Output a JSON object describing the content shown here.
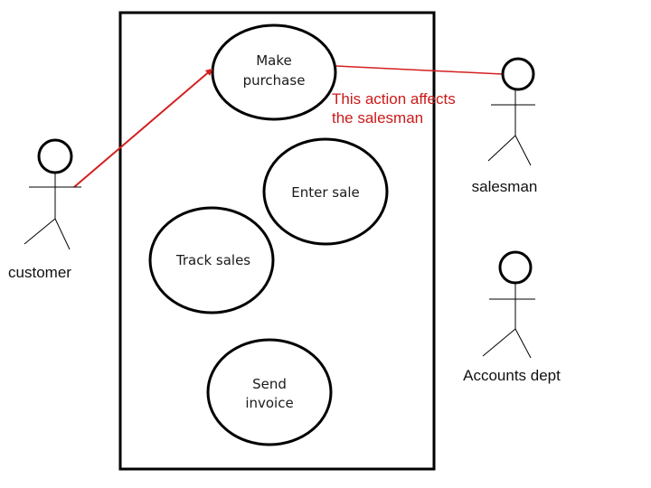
{
  "colors": {
    "stroke": "#000000",
    "association": "#d42020",
    "note": "#cc1a1a"
  },
  "use_cases": {
    "make_purchase": [
      "Make",
      "purchase"
    ],
    "enter_sale": [
      "Enter sale"
    ],
    "track_sales": [
      "Track sales"
    ],
    "send_invoice": [
      "Send",
      "invoice"
    ]
  },
  "actors": {
    "customer": "customer",
    "salesman": "salesman",
    "accounts": "Accounts dept"
  },
  "note": [
    "This action affects",
    "the salesman"
  ]
}
